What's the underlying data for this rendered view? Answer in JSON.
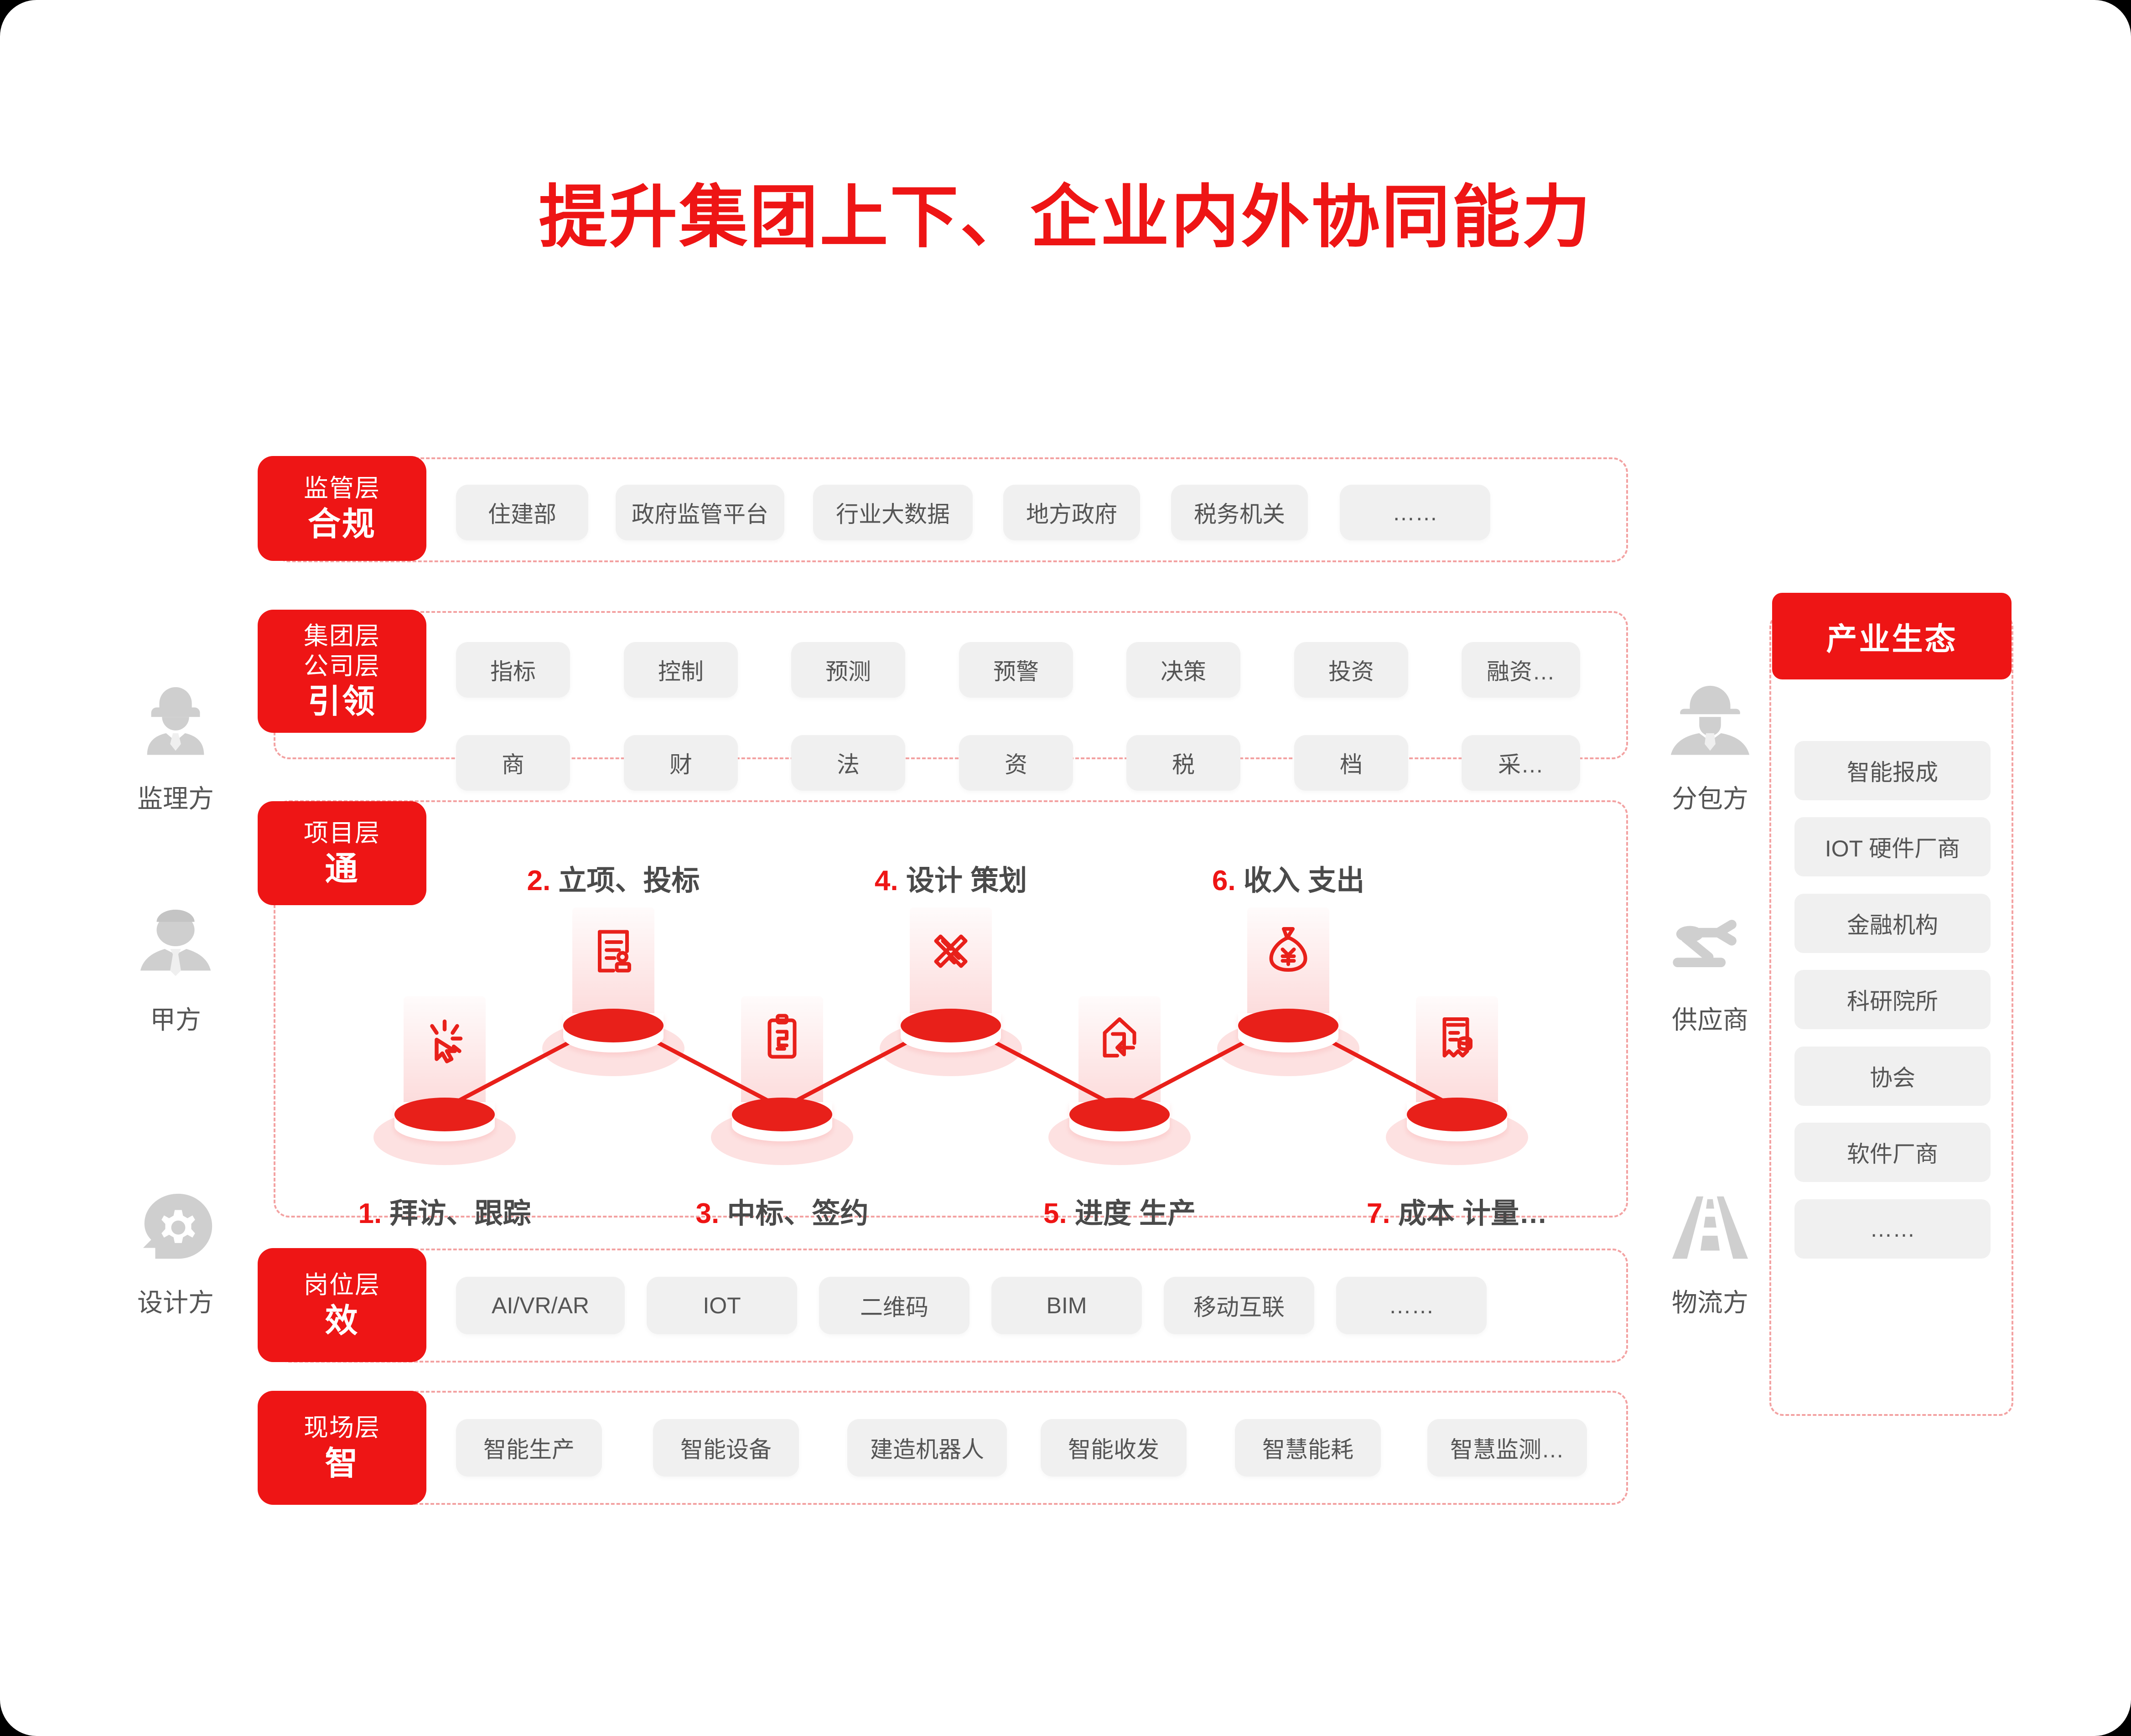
{
  "title": "提升集团上下、企业内外协同能力",
  "colors": {
    "brand_red": "#EE1515",
    "pill_gray": "#F0F0F0",
    "text_gray": "#555555",
    "dash_border": "#F3A2A2"
  },
  "layers": [
    {
      "sub": "监管层",
      "main": "合规",
      "items": [
        "住建部",
        "政府监管平台",
        "行业大数据",
        "地方政府",
        "税务机关",
        "……"
      ]
    },
    {
      "sub": "集团层\n公司层",
      "sub1": "集团层",
      "sub2": "公司层",
      "main": "引领",
      "items": [
        "指标",
        "控制",
        "预测",
        "预警",
        "决策",
        "投资",
        "融资…"
      ],
      "items2": [
        "商",
        "财",
        "法",
        "资",
        "税",
        "档",
        "采…"
      ]
    },
    {
      "sub": "项目层",
      "main": "通"
    },
    {
      "sub": "岗位层",
      "main": "效",
      "items": [
        "AI/VR/AR",
        "IOT",
        "二维码",
        "BIM",
        "移动互联",
        "……"
      ]
    },
    {
      "sub": "现场层",
      "main": "智",
      "items": [
        "智能生产",
        "智能设备",
        "建造机器人",
        "智能收发",
        "智慧能耗",
        "智慧监测…"
      ]
    }
  ],
  "flow_steps": [
    {
      "num": "1.",
      "label": "拜访、跟踪",
      "icon": "click-cursor-icon",
      "position": "low"
    },
    {
      "num": "2.",
      "label": "立项、投标",
      "icon": "document-seal-icon",
      "position": "high"
    },
    {
      "num": "3.",
      "label": "中标、签约",
      "icon": "clipboard-contract-icon",
      "position": "low"
    },
    {
      "num": "4.",
      "label": "设计 策划",
      "icon": "ruler-pencil-icon",
      "position": "high"
    },
    {
      "num": "5.",
      "label": "进度 生产",
      "icon": "building-arrow-icon",
      "position": "low"
    },
    {
      "num": "6.",
      "label": "收入 支出",
      "icon": "money-bag-icon",
      "position": "high"
    },
    {
      "num": "7.",
      "label": "成本 计量…",
      "icon": "receipt-coins-icon",
      "position": "low"
    }
  ],
  "actors_left": [
    {
      "label": "监理方",
      "icon": "supervisor-hardhat-icon"
    },
    {
      "label": "甲方",
      "icon": "businessman-icon"
    },
    {
      "label": "设计方",
      "icon": "head-gear-icon"
    }
  ],
  "actors_right": [
    {
      "label": "分包方",
      "icon": "worker-hardhat-icon"
    },
    {
      "label": "供应商",
      "icon": "robot-arm-icon"
    },
    {
      "label": "物流方",
      "icon": "road-icon"
    }
  ],
  "ecosystem": {
    "header": "产业生态",
    "items": [
      "智能报成",
      "IOT 硬件厂商",
      "金融机构",
      "科研院所",
      "协会",
      "软件厂商",
      "……"
    ]
  }
}
